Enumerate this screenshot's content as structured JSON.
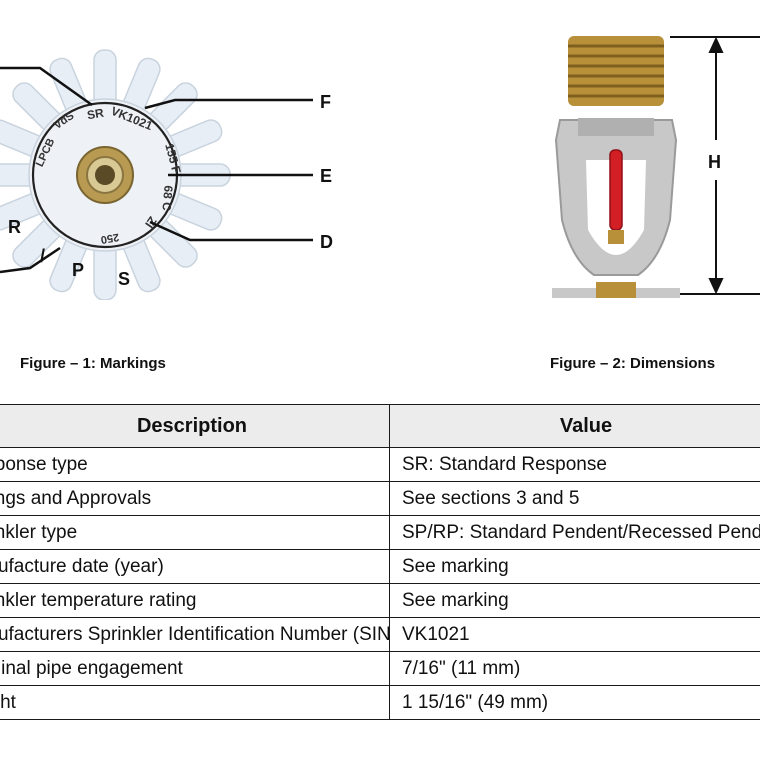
{
  "figure1": {
    "caption": "Figure – 1: Markings",
    "callouts": [
      "F",
      "E",
      "D"
    ],
    "ring_text": [
      "SR",
      "VK1021",
      "155 F",
      "68 C",
      "ZI",
      "250",
      "VdS",
      "LPCB"
    ],
    "tab_letters": [
      "S",
      "P",
      "/",
      "R"
    ]
  },
  "figure2": {
    "caption": "Figure – 2: Dimensions",
    "dimension_label": "H"
  },
  "table": {
    "headers": [
      "Description",
      "Value"
    ],
    "rows": [
      {
        "desc": "Response type",
        "value": "SR: Standard Response"
      },
      {
        "desc": "Listings and Approvals",
        "value": "See sections 3 and 5"
      },
      {
        "desc": "Sprinkler type",
        "value": "SP/RP: Standard Pendent/Recessed Pendent"
      },
      {
        "desc": "Manufacture date (year)",
        "value": "See marking"
      },
      {
        "desc": "Sprinkler temperature rating",
        "value": "See marking"
      },
      {
        "desc": "Manufacturers Sprinkler Identification Number (SIN)",
        "value": "VK1021"
      },
      {
        "desc": "Nominal pipe engagement",
        "value": "7/16\" (11 mm)"
      },
      {
        "desc": "Height",
        "value": "1 15/16\" (49 mm)"
      }
    ]
  },
  "colors": {
    "deflector": "#e8eef5",
    "thread": "#b8903a",
    "frame": "#c8c8c8",
    "bulb": "#d21f26"
  }
}
